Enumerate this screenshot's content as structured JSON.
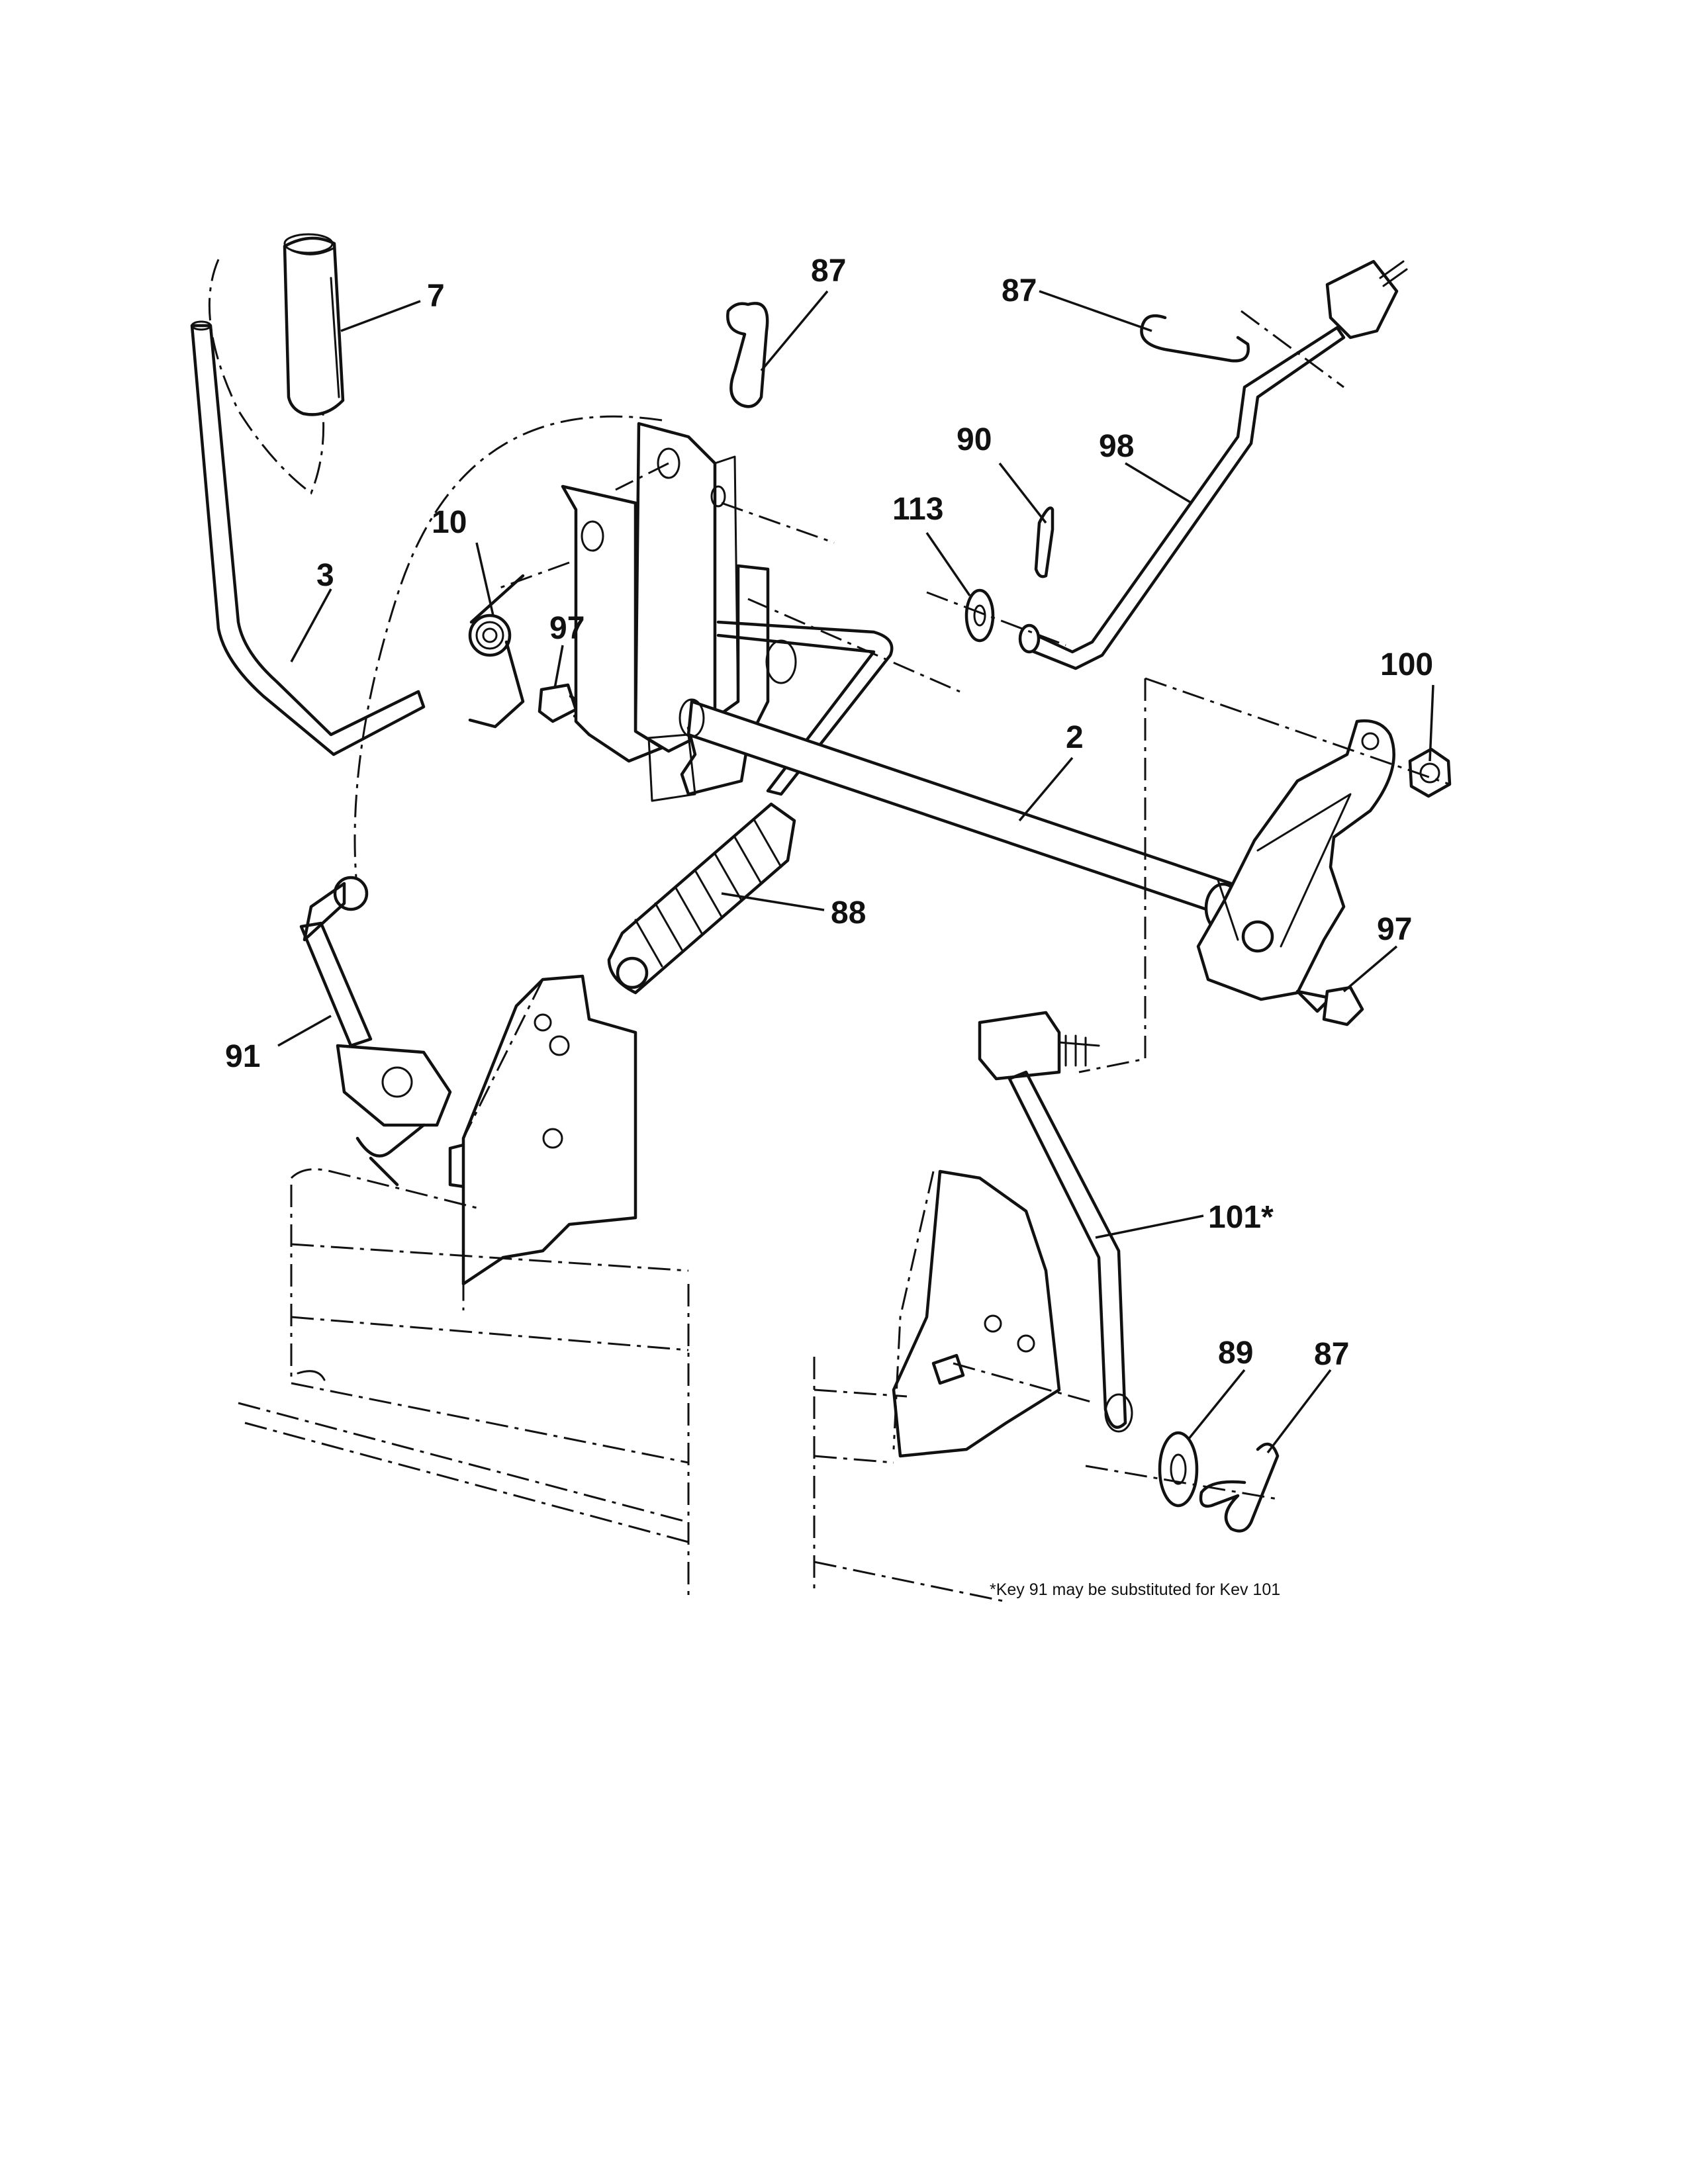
{
  "callouts": {
    "c7": "7",
    "c3": "3",
    "c10": "10",
    "c97a": "97",
    "c87a": "87",
    "c87b": "87",
    "c90": "90",
    "c98": "98",
    "c113": "113",
    "c100": "100",
    "c2": "2",
    "c88": "88",
    "c97b": "97",
    "c91": "91",
    "c101": "101*",
    "c89": "89",
    "c87c": "87"
  },
  "footnote": "*Key 91 may be substituted for Kev 101"
}
